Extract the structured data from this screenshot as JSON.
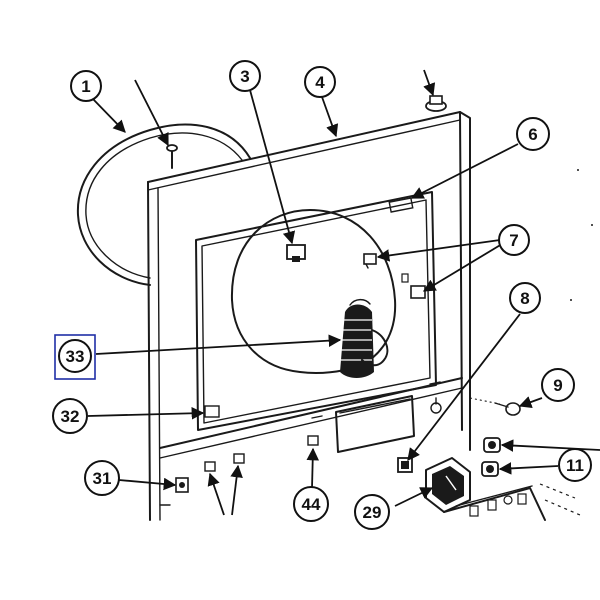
{
  "callouts": {
    "c1": "1",
    "c3": "3",
    "c4": "4",
    "c6": "6",
    "c7": "7",
    "c8": "8",
    "c9": "9",
    "c11": "11",
    "c29": "29",
    "c31": "31",
    "c32": "32",
    "c33": "33",
    "c44": "44"
  },
  "colors": {
    "ink": "#1a1a1a",
    "highlight_box": "#1f2fa6",
    "background": "#ffffff"
  },
  "highlighted_callout": "33"
}
